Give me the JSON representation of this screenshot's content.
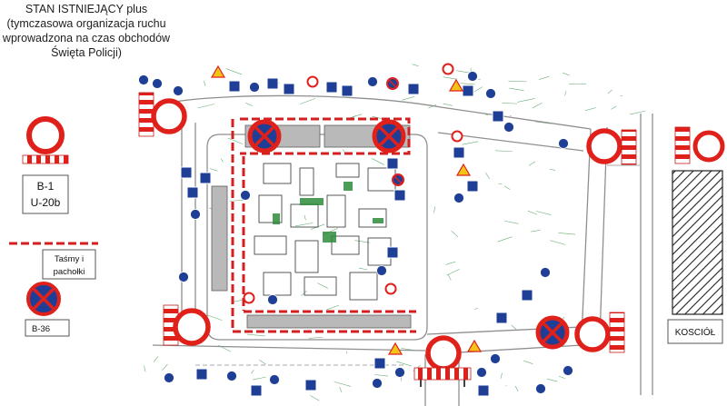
{
  "title_lines": [
    "STAN ISTNIEJĄCY plus",
    "(tymczasowa organizacja ruchu",
    "wprowadzona na czas obchodów",
    "Święta Policji)"
  ],
  "legend": {
    "b1_label": "B-1",
    "u20b_label": "U-20b",
    "tape_line1": "Taśmy i",
    "tape_line2": "pachołki",
    "b36_label": "B-36"
  },
  "map": {
    "church_label": "KOSCIÓŁ"
  },
  "colors": {
    "sign_red": "#e0211b",
    "sign_blue": "#1f3f97",
    "tape_red": "#d31f1f",
    "road_gray": "#8f8f8f",
    "survey_green": "#2e8b3a",
    "warning_yellow": "#f2c418"
  },
  "icons": [
    "closed-to-traffic-sign-icon",
    "no-stopping-sign-icon",
    "striped-barrier-icon",
    "parking-sign-icon",
    "warning-sign-icon",
    "church-building-icon"
  ]
}
